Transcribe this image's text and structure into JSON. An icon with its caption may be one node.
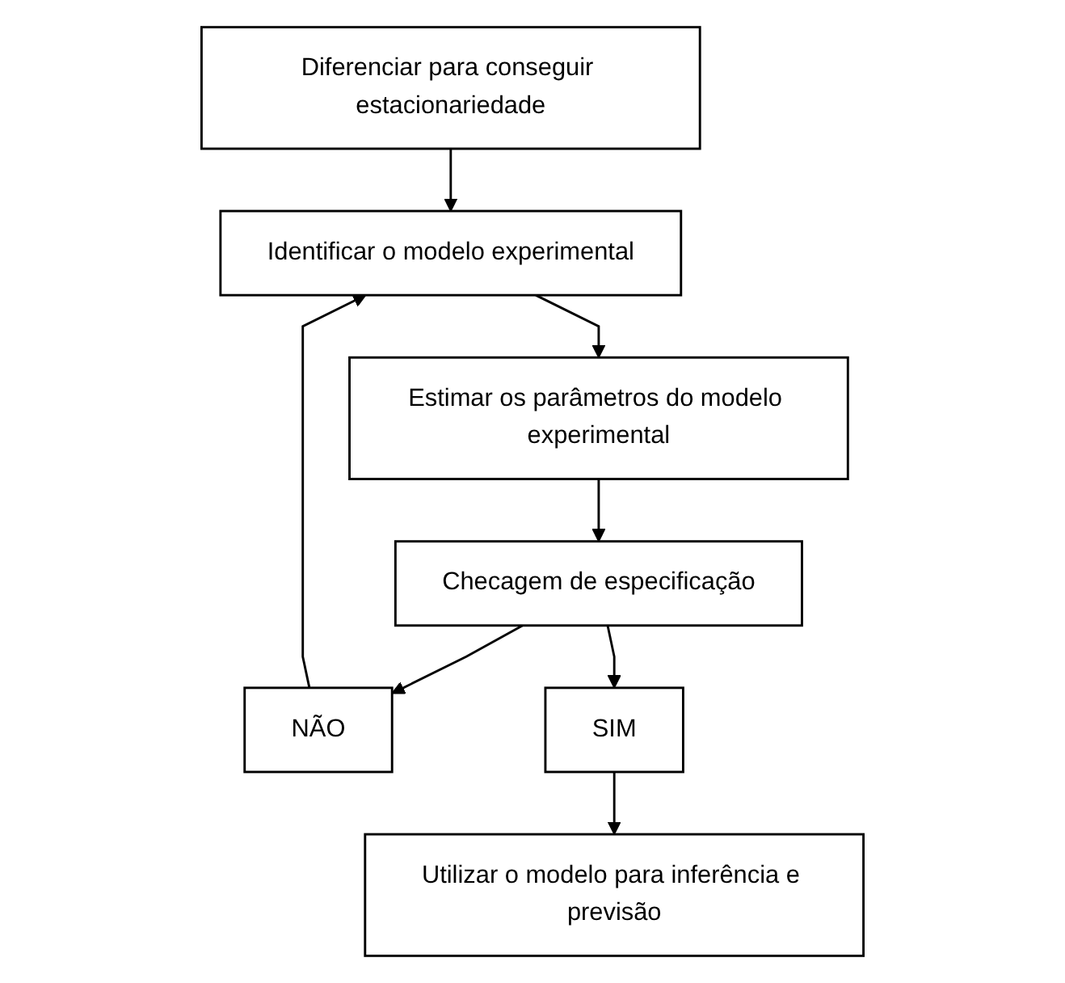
{
  "diagram": {
    "nodes": [
      {
        "text": [
          "Diferenciar para conseguir estacionariedade"
        ]
      },
      {
        "text": [
          "Identificar o modelo experimental"
        ]
      },
      {
        "text": [
          "Estimar os parâmetros do modelo experimental"
        ]
      },
      {
        "text": [
          "Checagem de especificação"
        ]
      },
      {
        "text": [
          "NÃO"
        ]
      },
      {
        "text": [
          "SIM"
        ]
      },
      {
        "text": [
          "Utilizar o modelo para inferência e previsão"
        ]
      }
    ],
    "edges": [
      {
        "from": 0,
        "to": 1,
        "arrow": "to"
      },
      {
        "from": 1,
        "to": 2,
        "arrow": "to"
      },
      {
        "from": 2,
        "to": 3,
        "arrow": "to"
      },
      {
        "from": 3,
        "to": 4,
        "arrow": "to"
      },
      {
        "from": 3,
        "to": 5,
        "arrow": "to"
      },
      {
        "from": 4,
        "to": 1,
        "arrow": "to"
      },
      {
        "from": 5,
        "to": 6,
        "arrow": "to"
      }
    ]
  }
}
